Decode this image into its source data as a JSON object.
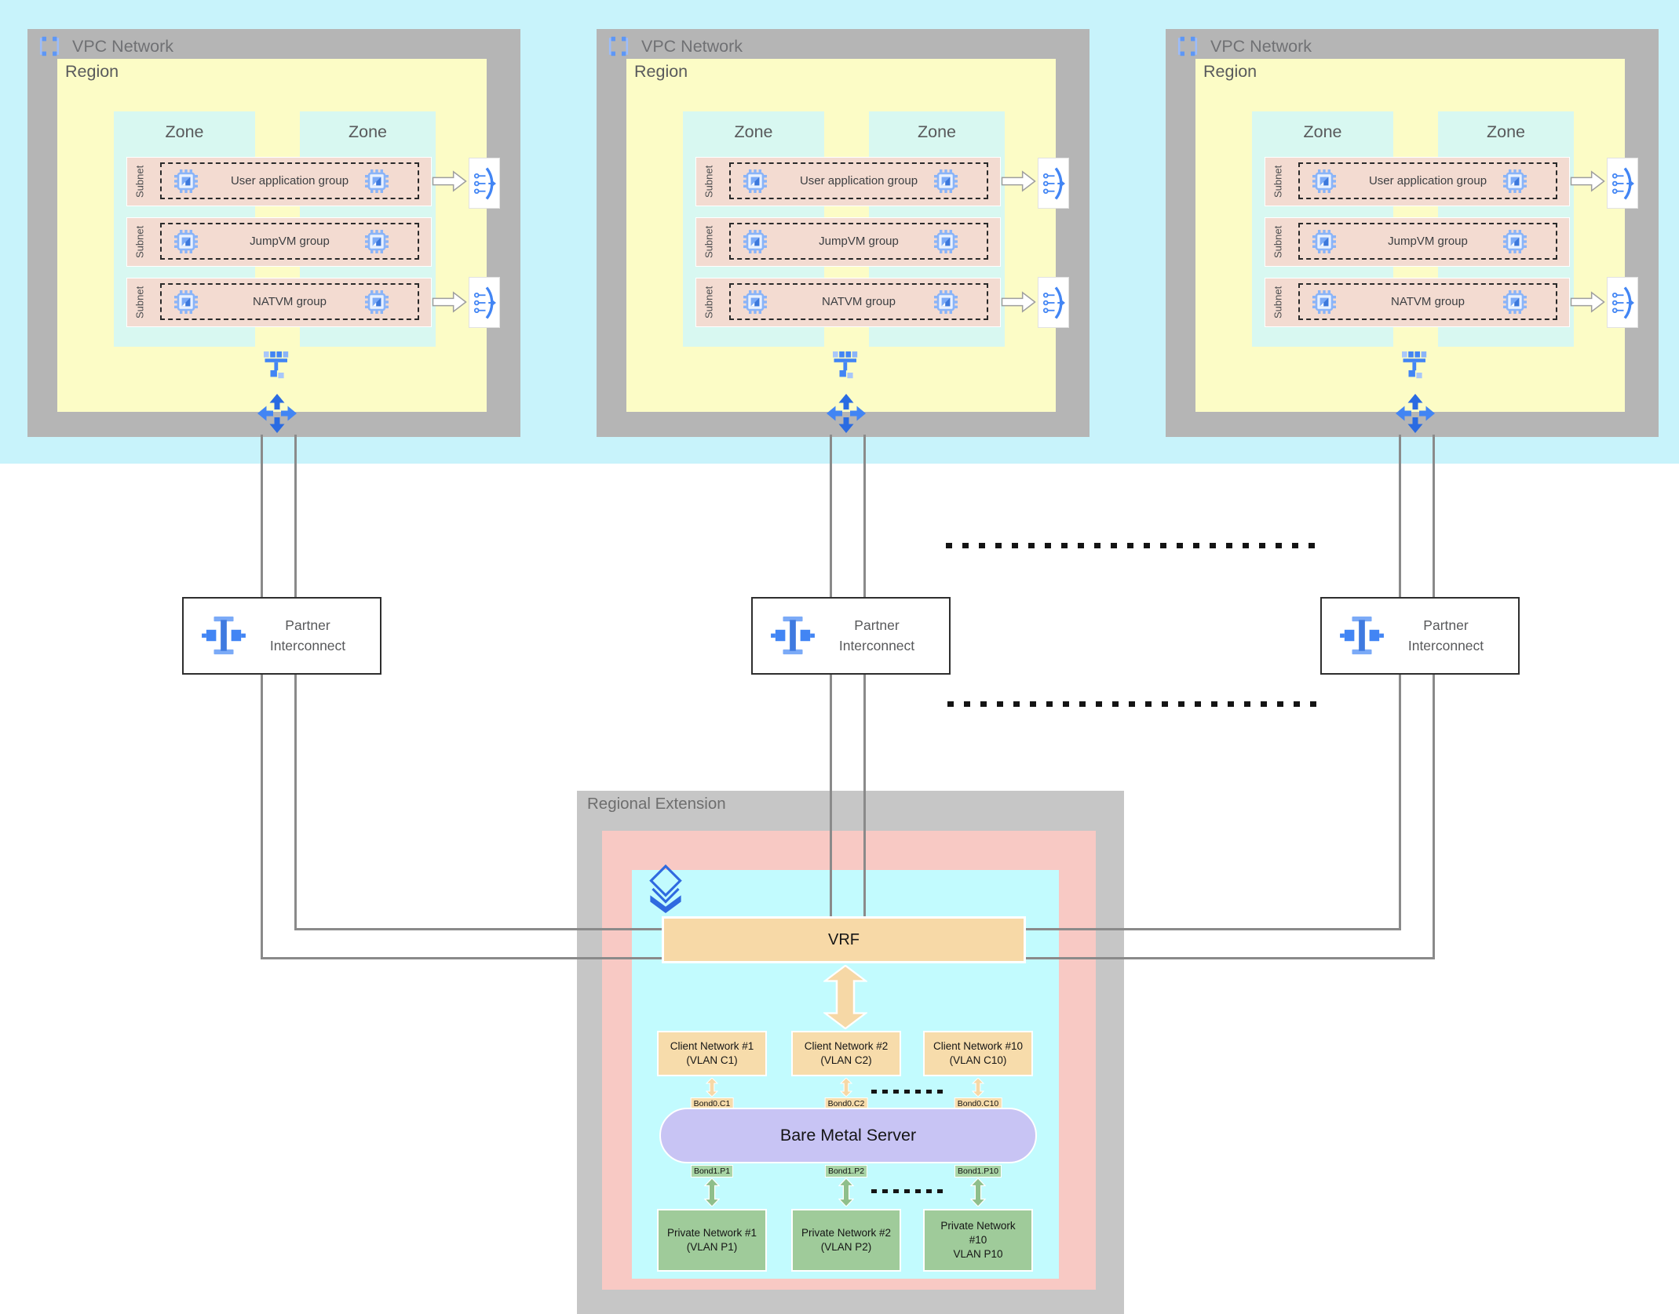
{
  "colors": {
    "canvas_top_band": "#c8f3fb",
    "vpc_box": "#b5b5b5",
    "region": "#fcfcc6",
    "zone": "#d8f8f1",
    "subnet": "#f3dbd1",
    "connector_line": "#8a8a8a",
    "regional_extension_box": "#c6c6c6",
    "regional_extension_pink": "#f8c9c4",
    "regional_extension_cyan": "#c2fbfe",
    "vrf": "#f7d9a7",
    "client_network": "#f7dcab",
    "bare_metal_server": "#c8c4f4",
    "private_network": "#9fcb9a",
    "icon_blue": "#4285f4"
  },
  "icons": {
    "vpc-network-icon": "blue selection-brackets square",
    "vm-instance-icon": "blue chip with pins",
    "load-balancer-icon": "blue arc with three inputs and arrow",
    "network-switch-icon": "blue network tree",
    "router-icon": "blue four-way arrows",
    "partner-interconnect-icon": "blue i-beam with side squares",
    "interconnect-attachment-icon": "blue stacked diamonds with chevron"
  },
  "vpc_networks": [
    {
      "title": "VPC Network",
      "region_label": "Region",
      "zones": [
        "Zone",
        "Zone"
      ],
      "subnets": [
        {
          "label": "Subnet",
          "group": "User application group",
          "has_load_balancer": true
        },
        {
          "label": "Subnet",
          "group": "JumpVM group",
          "has_load_balancer": false
        },
        {
          "label": "Subnet",
          "group": "NATVM group",
          "has_load_balancer": true
        }
      ]
    },
    {
      "title": "VPC Network",
      "region_label": "Region",
      "zones": [
        "Zone",
        "Zone"
      ],
      "subnets": [
        {
          "label": "Subnet",
          "group": "User application group",
          "has_load_balancer": true
        },
        {
          "label": "Subnet",
          "group": "JumpVM group",
          "has_load_balancer": false
        },
        {
          "label": "Subnet",
          "group": "NATVM group",
          "has_load_balancer": true
        }
      ]
    },
    {
      "title": "VPC Network",
      "region_label": "Region",
      "zones": [
        "Zone",
        "Zone"
      ],
      "subnets": [
        {
          "label": "Subnet",
          "group": "User application group",
          "has_load_balancer": true
        },
        {
          "label": "Subnet",
          "group": "JumpVM group",
          "has_load_balancer": false
        },
        {
          "label": "Subnet",
          "group": "NATVM group",
          "has_load_balancer": true
        }
      ]
    }
  ],
  "partner_interconnects": [
    {
      "label": "Partner Interconnect"
    },
    {
      "label": "Partner Interconnect"
    },
    {
      "label": "Partner Interconnect"
    }
  ],
  "regional_extension": {
    "title": "Regional Extension",
    "vrf_label": "VRF",
    "client_networks": [
      [
        "Client Network #1",
        "(VLAN C1)"
      ],
      [
        "Client Network #2",
        "(VLAN C2)"
      ],
      [
        "Client Network #10",
        "(VLAN C10)"
      ]
    ],
    "bond_client": [
      "Bond0.C1",
      "Bond0.C2",
      "Bond0.C10"
    ],
    "server_label": "Bare Metal Server",
    "bond_private": [
      "Bond1.P1",
      "Bond1.P2",
      "Bond1.P10"
    ],
    "private_networks": [
      [
        "Private Network #1",
        "(VLAN P1)"
      ],
      [
        "Private Network #2",
        "(VLAN P2)"
      ],
      [
        "Private Network",
        "#10",
        "VLAN P10"
      ]
    ]
  }
}
